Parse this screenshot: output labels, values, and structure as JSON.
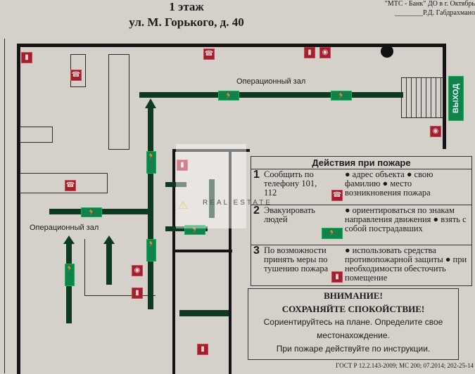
{
  "header": {
    "floor": "1 этаж",
    "address": "ул. М. Горького, д. 40",
    "org": "\"МТС - Банк\" ДО в г. Октябрь",
    "signature": "________Р.Д. Габдрахмано"
  },
  "plan": {
    "room_top": "Операционный зал",
    "room_left": "Операционный зал",
    "exit_label": "ВЫХОД",
    "colors": {
      "evac_arrow": "#0e3a22",
      "fire_sign": "#a0202e",
      "exit_sign": "#13824a"
    },
    "icons": [
      "fire-extinguisher-icon",
      "phone-icon",
      "emergency-exit-icon",
      "fire-alarm-icon",
      "high-voltage-icon"
    ]
  },
  "actions": {
    "title": "Действия при пожаре",
    "rows": [
      {
        "num": "1",
        "action": "Сообщить по телефону 101, 112",
        "details": "● адрес объекта ● свою фамилию ● место возникновения пожара"
      },
      {
        "num": "2",
        "action": "Эвакуировать людей",
        "details": "● ориентироваться по знакам направления движения ● взять с собой пострадавших"
      },
      {
        "num": "3",
        "action": "По возможности принять меры по тушению пожара",
        "details": "● использовать средства противопожарной защиты ● при необходимости обесточить помещение"
      }
    ]
  },
  "attention": {
    "line1": "ВНИМАНИЕ!",
    "line2": "СОХРАНЯЙТЕ СПОКОЙСТВИЕ!",
    "line3": "Сориентируйтесь на плане. Определите свое",
    "line4": "местонахождение.",
    "line5": "При пожаре действуйте по инструкции."
  },
  "footer": "ГОСТ Р 12.2.143-2009; МС 200; 07.2014; 202-25-14",
  "watermark": "REAL ESTATE"
}
